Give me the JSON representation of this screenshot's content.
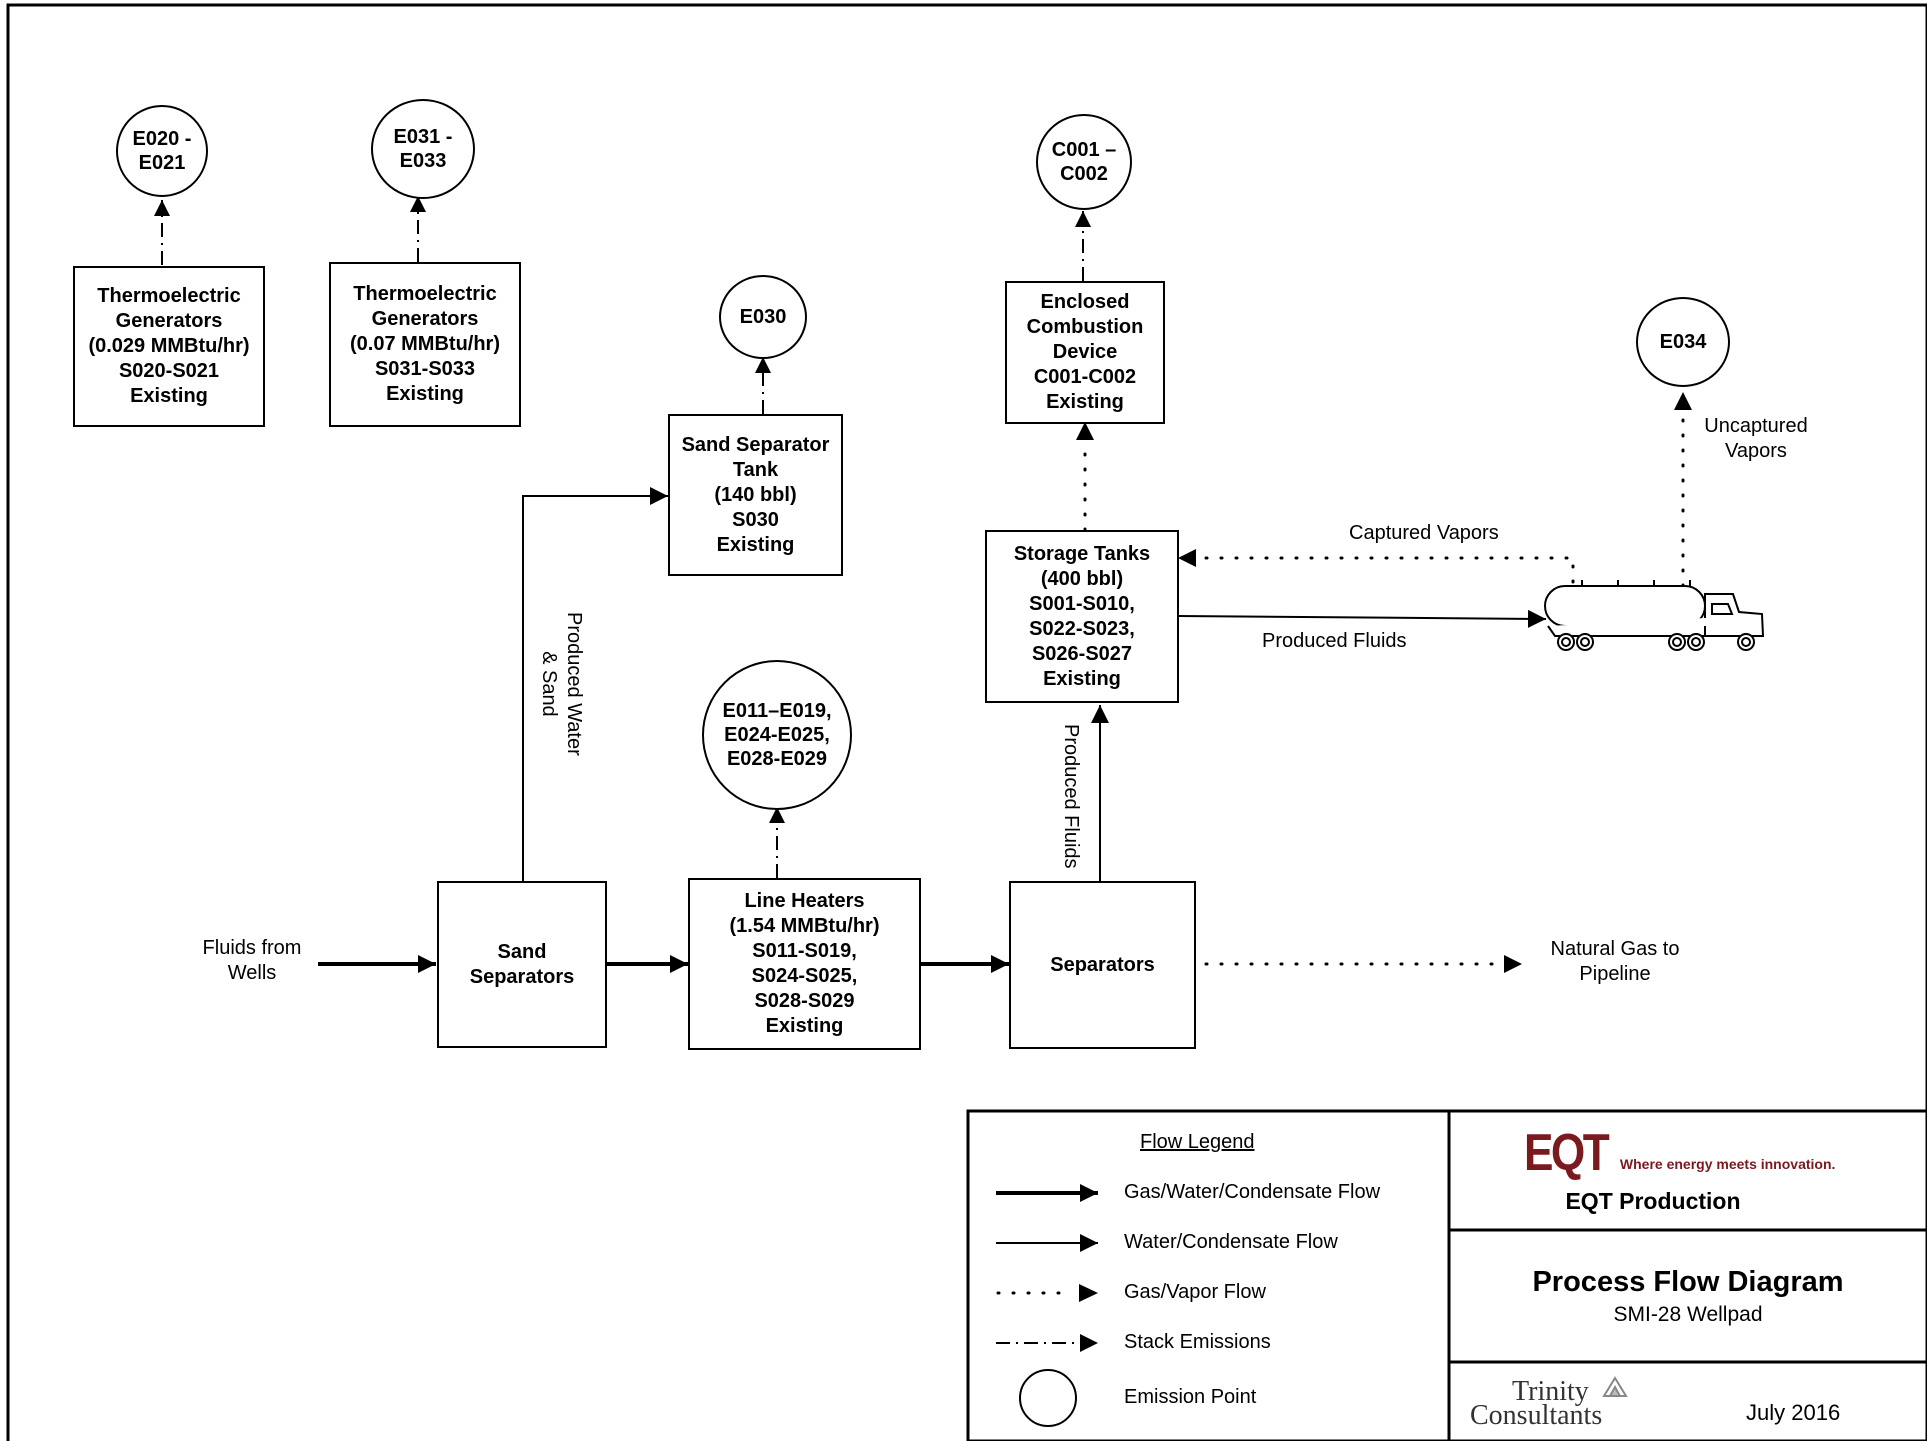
{
  "emission_points": {
    "e020": [
      "E020 -",
      "E021"
    ],
    "e031": [
      "E031 -",
      "E033"
    ],
    "e030": [
      "E030"
    ],
    "c001": [
      "C001 –",
      "C002"
    ],
    "e034": [
      "E034"
    ],
    "e011": [
      "E011–E019,",
      "E024-E025,",
      "E028-E029"
    ]
  },
  "units": {
    "teg1": [
      "Thermoelectric",
      "Generators",
      "(0.029 MMBtu/hr)",
      "S020-S021",
      "Existing"
    ],
    "teg2": [
      "Thermoelectric",
      "Generators",
      "(0.07 MMBtu/hr)",
      "S031-S033",
      "Existing"
    ],
    "sand_tank": [
      "Sand Separator",
      "Tank",
      "(140 bbl)",
      "S030",
      "Existing"
    ],
    "ecd": [
      "Enclosed",
      "Combustion",
      "Device",
      "C001-C002",
      "Existing"
    ],
    "storage": [
      "Storage Tanks",
      "(400 bbl)",
      "S001-S010,",
      "S022-S023,",
      "S026-S027",
      "Existing"
    ],
    "sand_sep": [
      "Sand",
      "Separators"
    ],
    "heaters": [
      "Line Heaters",
      "(1.54 MMBtu/hr)",
      "S011-S019,",
      "S024-S025,",
      "S028-S029",
      "Existing"
    ],
    "separators": [
      "Separators"
    ]
  },
  "flow_labels": {
    "fluids_from_wells": [
      "Fluids from",
      "Wells"
    ],
    "natural_gas": [
      "Natural Gas to",
      "Pipeline"
    ],
    "produced_water_sand": [
      "Produced  Water",
      "& Sand"
    ],
    "produced_fluids_vertical": "Produced Fluids",
    "produced_fluids": "Produced Fluids",
    "captured_vapors": "Captured Vapors",
    "uncaptured_vapors": [
      "Uncaptured",
      "Vapors"
    ]
  },
  "legend": {
    "title": "Flow Legend",
    "items": [
      {
        "label": "Gas/Water/Condensate Flow",
        "style": "thick"
      },
      {
        "label": "Water/Condensate Flow",
        "style": "thin"
      },
      {
        "label": "Gas/Vapor Flow",
        "style": "dotted"
      },
      {
        "label": "Stack Emissions",
        "style": "dashdot"
      },
      {
        "label": "Emission Point",
        "style": "circle"
      }
    ]
  },
  "title_block": {
    "company_logo_text": "EQT",
    "company_tagline": "Where energy meets innovation.",
    "company": "EQT Production",
    "title": "Process Flow Diagram",
    "subtitle": "SMI-28 Wellpad",
    "consultant_logo": [
      "Trinity",
      "Consultants"
    ],
    "date": "July 2016"
  },
  "colors": {
    "eqt_brand": "#7a1a1e",
    "line": "#000000"
  }
}
